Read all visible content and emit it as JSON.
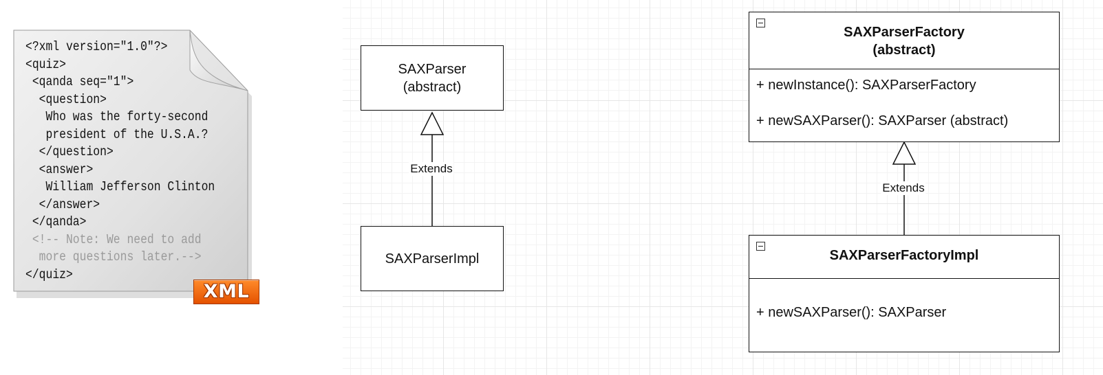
{
  "xml_document": {
    "lines": [
      {
        "text": "<?xml version=\"1.0\"?>",
        "comment": false
      },
      {
        "text": "<quiz>",
        "comment": false
      },
      {
        "text": " <qanda seq=\"1\">",
        "comment": false
      },
      {
        "text": "  <question>",
        "comment": false
      },
      {
        "text": "   Who was the forty-second",
        "comment": false
      },
      {
        "text": "   president of the U.S.A.?",
        "comment": false
      },
      {
        "text": "  </question>",
        "comment": false
      },
      {
        "text": "  <answer>",
        "comment": false
      },
      {
        "text": "   William Jefferson Clinton",
        "comment": false
      },
      {
        "text": "  </answer>",
        "comment": false
      },
      {
        "text": " </qanda>",
        "comment": false
      },
      {
        "text": " <!-- Note: We need to add",
        "comment": true
      },
      {
        "text": "  more questions later.-->",
        "comment": true
      },
      {
        "text": "</quiz>",
        "comment": false
      }
    ],
    "badge": "XML"
  },
  "diagram": {
    "sax_parser": {
      "name": "SAXParser",
      "modifier": "(abstract)"
    },
    "sax_parser_impl": {
      "name": "SAXParserImpl"
    },
    "left_connector_label": "Extends",
    "sax_parser_factory": {
      "name": "SAXParserFactory",
      "modifier": "(abstract)",
      "members": [
        "+ newInstance(): SAXParserFactory",
        "+ newSAXParser(): SAXParser (abstract)"
      ]
    },
    "sax_parser_factory_impl": {
      "name": "SAXParserFactoryImpl",
      "members": [
        "+ newSAXParser(): SAXParser"
      ]
    },
    "right_connector_label": "Extends"
  },
  "colors": {
    "badge": "#e45200",
    "line": "#111111",
    "comment": "#9a9a9a"
  }
}
